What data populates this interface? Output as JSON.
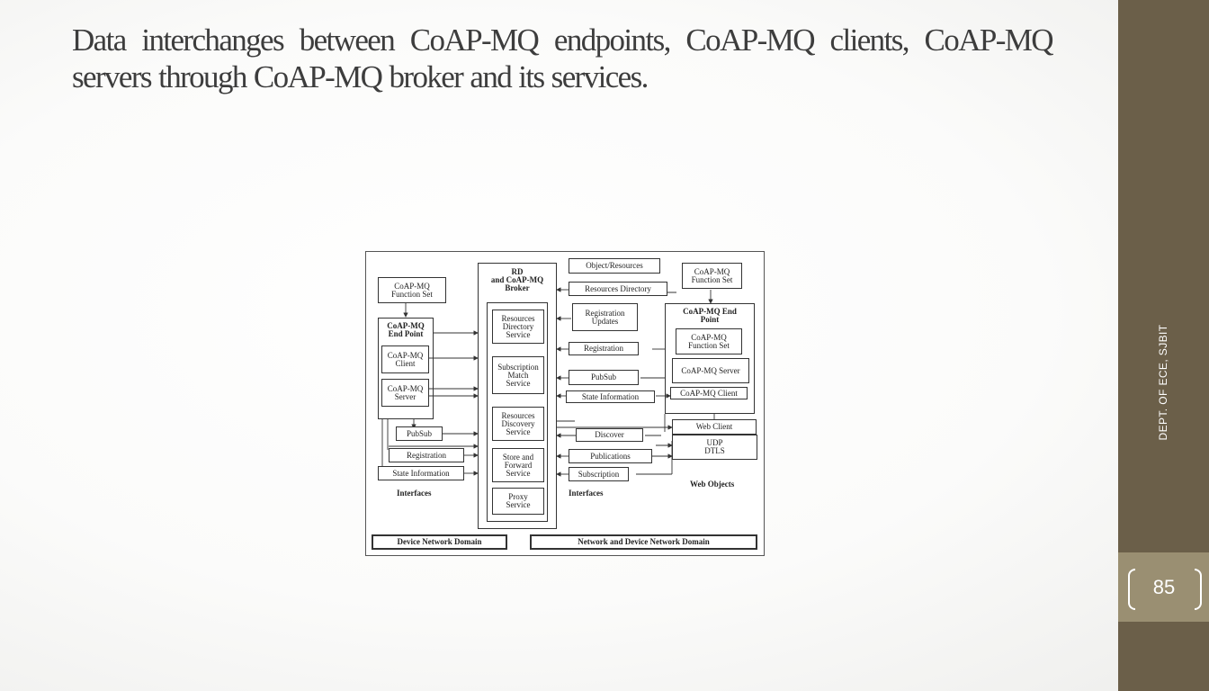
{
  "slide": {
    "title": "Data interchanges between CoAP-MQ endpoints, CoAP-MQ clients, CoAP-MQ servers through CoAP-MQ broker and its services.",
    "side_label": "DEPT. OF ECE, SJBIT",
    "page_number": "85"
  },
  "diagram": {
    "left_function_set": "CoAP-MQ\nFunction Set",
    "left_end_point": "CoAP-MQ\nEnd Point",
    "left_client": "CoAP-MQ\nClient",
    "left_server": "CoAP-MQ\nServer",
    "left_pubsub": "PubSub",
    "left_registration": "Registration",
    "left_state_information": "State Information",
    "left_interfaces": "Interfaces",
    "broker_title": "RD\nand CoAP-MQ\nBroker",
    "services": [
      "Resources\nDirectory\nService",
      "Subscription\nMatch\nService",
      "Resources\nDiscovery\nService",
      "Store and\nForward\nService",
      "Proxy\nService"
    ],
    "object_resources": "Object/Resources",
    "resources_directory": "Resources Directory",
    "registration_updates": "Registration\nUpdates",
    "right_registration": "Registration",
    "right_pubsub": "PubSub",
    "right_state_information": "State Information",
    "discover": "Discover",
    "publications": "Publications",
    "subscription": "Subscription",
    "right_interfaces": "Interfaces",
    "right_function_set": "CoAP-MQ\nFunction Set",
    "right_end_point": "CoAP-MQ End\nPoint",
    "right_inner_function_set": "CoAP-MQ\nFunction Set",
    "right_server": "CoAP-MQ Server",
    "right_client": "CoAP-MQ Client",
    "web_client": "Web Client",
    "udp_dtls": "UDP\nDTLS",
    "web_objects": "Web Objects",
    "device_network_domain": "Device Network Domain",
    "network_device_domain": "Network and Device Network Domain"
  }
}
